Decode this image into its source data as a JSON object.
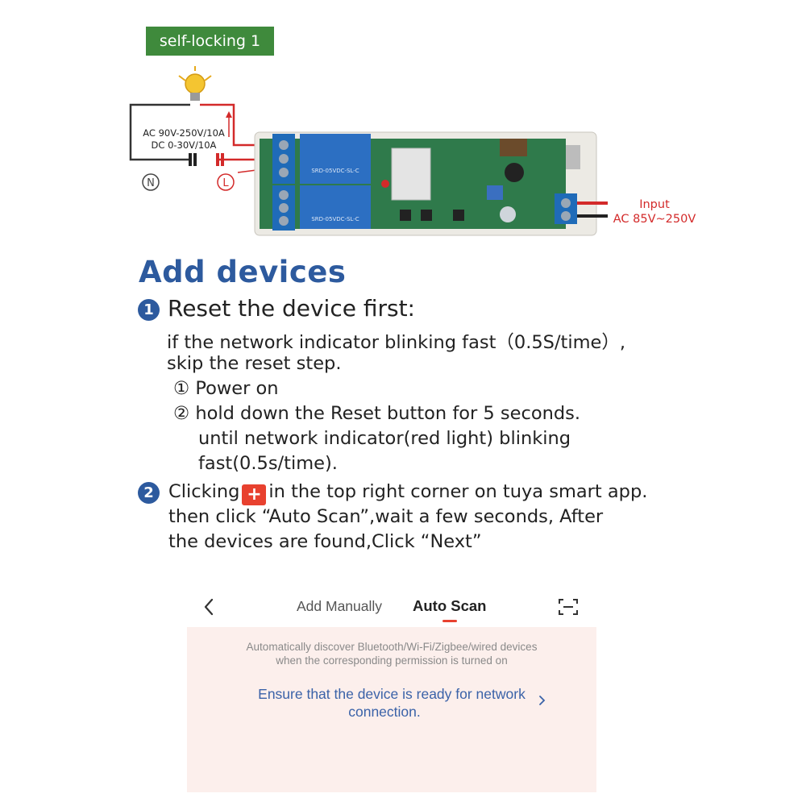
{
  "tag": {
    "label": "self-locking 1"
  },
  "diagram": {
    "ac_rating": "AC 90V-250V/10A",
    "dc_rating": "DC 0-30V/10A",
    "neutral_symbol": "N",
    "line_symbol": "L",
    "input_label": "Input",
    "input_voltage": "AC 85V~250V",
    "relay_text_1": "SRD-05VDC-SL-C",
    "relay_text_2": "SRD-05VDC-SL-C"
  },
  "heading": "Add devices",
  "step1": {
    "number": "1",
    "title": "Reset the device first:",
    "lines": [
      "if the network indicator blinking fast（0.5S/time）,",
      "skip the reset step.",
      "① Power on",
      "② hold down the Reset button for 5 seconds.",
      "until  network indicator(red light) blinking",
      "fast(0.5s/time)."
    ]
  },
  "step2": {
    "number": "2",
    "line1_before": "Clicking",
    "plus_symbol": "+",
    "line1_after": "in the top right corner on tuya smart app.",
    "line2": "then click  “Auto Scan”,wait a few seconds, After",
    "line3": "the devices are found,Click  “Next”"
  },
  "app": {
    "tab_manual": "Add Manually",
    "tab_auto": "Auto Scan",
    "hint_line1": "Automatically discover Bluetooth/Wi-Fi/Zigbee/wired devices",
    "hint_line2": "when the corresponding permission is turned on",
    "ensure_line1": "Ensure that the device is ready for network",
    "ensure_line2": "connection.",
    "accent_color": "#e8412f",
    "link_color": "#3a62a8",
    "panel_color": "#fcefec",
    "icons": [
      "back-arrow-icon",
      "scan-frame-icon",
      "chevron-right-icon"
    ]
  }
}
